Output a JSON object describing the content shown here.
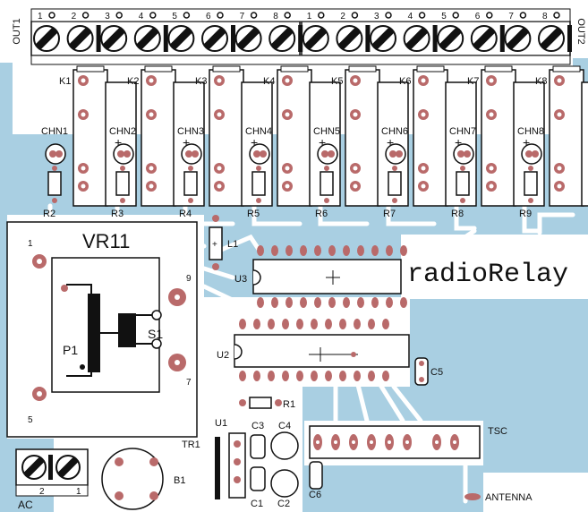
{
  "board": {
    "colors": {
      "copper": "#a9cfe2",
      "pad": "#b96a6a",
      "silk": "#111111",
      "background": "#ffffff"
    },
    "title": "radioRelay"
  },
  "connectors": {
    "out1": {
      "label": "OUT1",
      "pins": [
        "1",
        "2",
        "3",
        "4",
        "5",
        "6",
        "7",
        "8"
      ]
    },
    "out2": {
      "label": "OUT2",
      "pins": [
        "1",
        "2",
        "3",
        "4",
        "5",
        "6",
        "7",
        "8"
      ]
    },
    "ac": {
      "label": "AC",
      "pins": [
        "2",
        "1"
      ]
    },
    "antenna": "ANTENNA"
  },
  "relays": [
    "K1",
    "K2",
    "K3",
    "K4",
    "K5",
    "K6",
    "K7",
    "K8"
  ],
  "leds": [
    "CHN1",
    "CHN2",
    "CHN3",
    "CHN4",
    "CHN5",
    "CHN6",
    "CHN7",
    "CHN8"
  ],
  "resistors": [
    "R2",
    "R3",
    "R4",
    "R5",
    "R6",
    "R7",
    "R8",
    "R9"
  ],
  "components": {
    "vr": "VR11",
    "vr_pins": [
      "1",
      "9",
      "7",
      "5"
    ],
    "p1": "P1",
    "s1": "S1",
    "l1": "L1",
    "u1": "U1",
    "u2": "U2",
    "u3": "U3",
    "r1": "R1",
    "c1": "C1",
    "c2": "C2",
    "c3": "C3",
    "c4": "C4",
    "c5": "C5",
    "c6": "C6",
    "tr1": "TR1",
    "b1": "B1",
    "tsc": "TSC",
    "plus": "+"
  }
}
